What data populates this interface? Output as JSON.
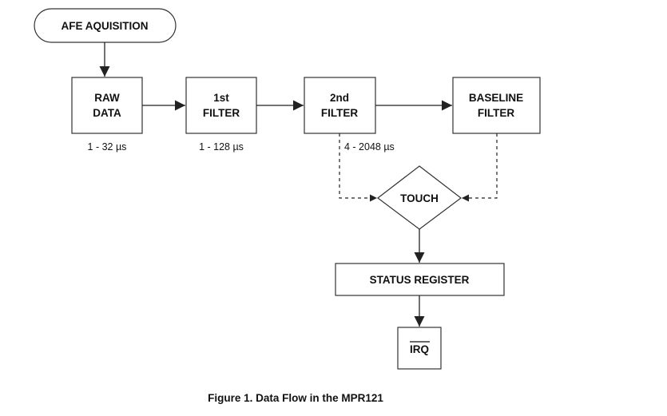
{
  "nodes": {
    "afe_acquisition": {
      "label": "AFE AQUISITION"
    },
    "raw_data": {
      "line1": "RAW",
      "line2": "DATA"
    },
    "first_filter": {
      "line1": "1st",
      "line2": "FILTER"
    },
    "second_filter": {
      "line1": "2nd",
      "line2": "FILTER"
    },
    "baseline_filter": {
      "line1": "BASELINE",
      "line2": "FILTER"
    },
    "touch": {
      "label": "TOUCH"
    },
    "status_register": {
      "label": "STATUS REGISTER"
    },
    "irq": {
      "label": "IRQ"
    }
  },
  "timings": {
    "raw_data": "1 - 32 µs",
    "first_filter": "1 - 128 µs",
    "second_filter": "4 - 2048 µs"
  },
  "caption": "Figure 1.  Data Flow in the MPR121"
}
